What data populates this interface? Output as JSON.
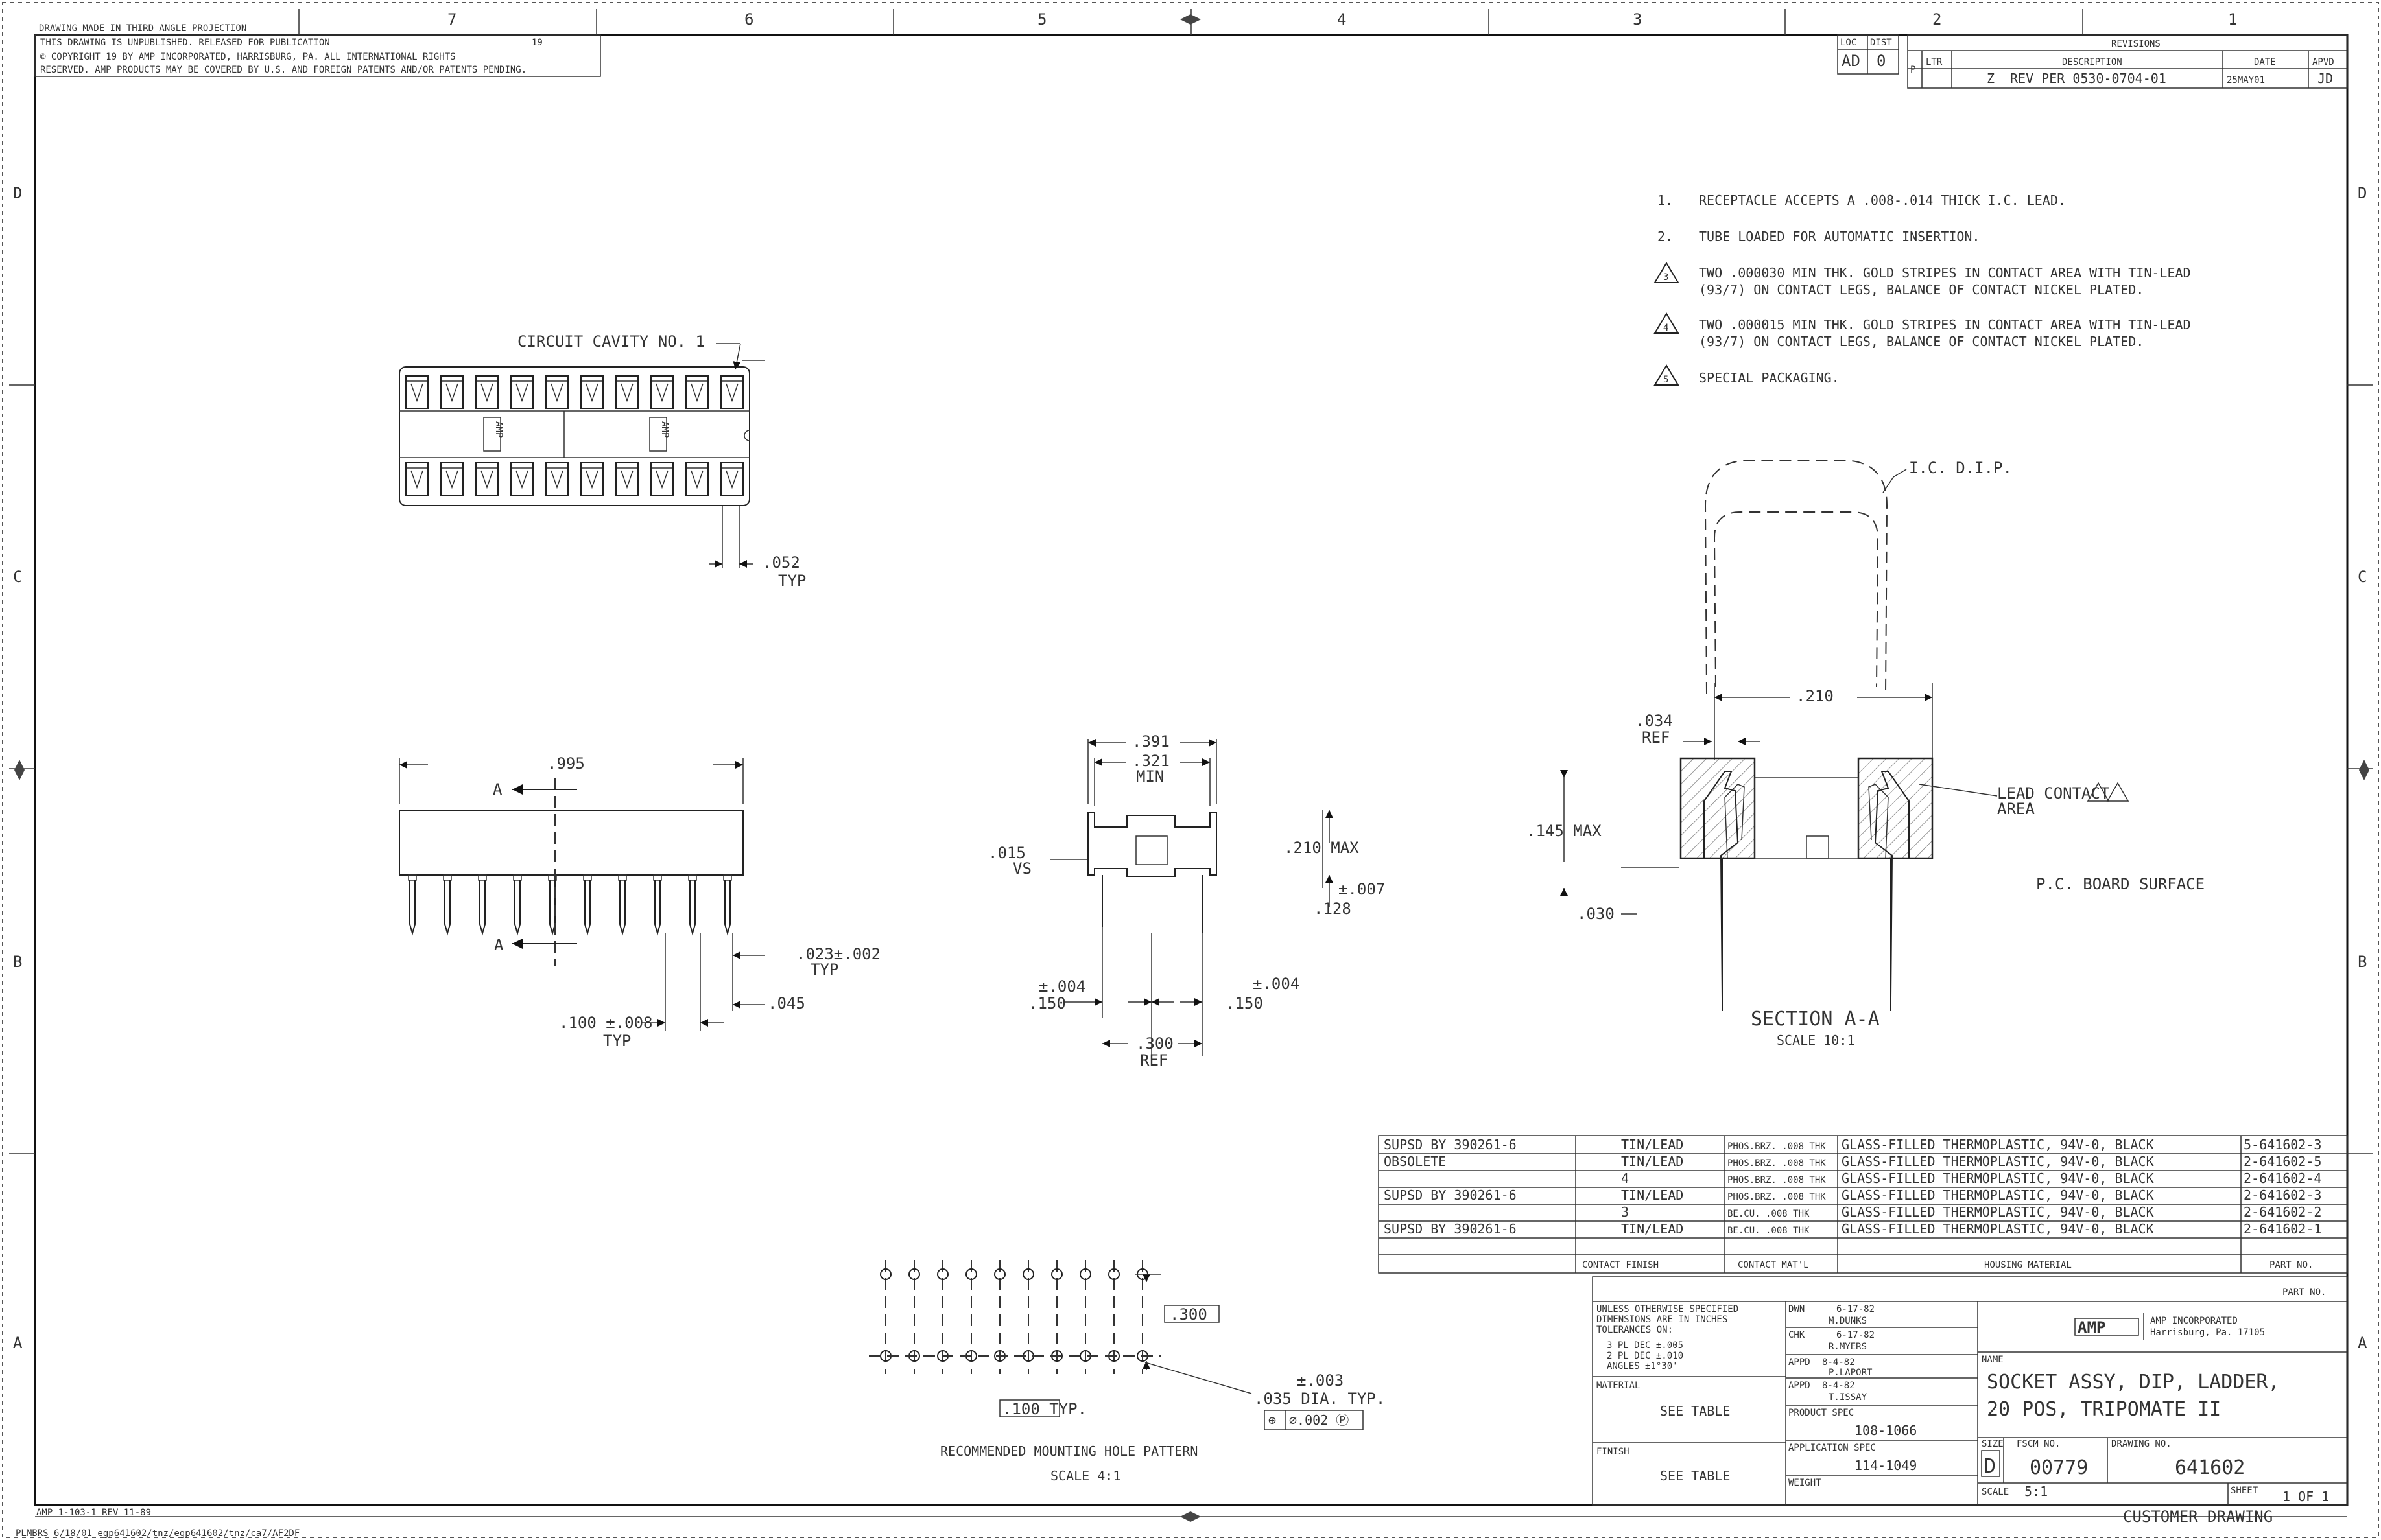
{
  "border": {
    "zones_top": [
      "7",
      "6",
      "5",
      "4",
      "3",
      "2",
      "1"
    ],
    "zones_side": [
      "D",
      "C",
      "B",
      "A"
    ]
  },
  "header": {
    "proj_line1": "DRAWING MADE IN THIRD ANGLE PROJECTION",
    "proj_line2": "THIS DRAWING IS UNPUBLISHED.   RELEASED FOR PUBLICATION",
    "proj_year": "19",
    "copyright_line": "© COPYRIGHT 19      BY  AMP  INCORPORATED, HARRISBURG, PA.  ALL INTERNATIONAL RIGHTS",
    "rights_line": "RESERVED. AMP PRODUCTS MAY BE COVERED BY U.S. AND FOREIGN PATENTS AND/OR PATENTS PENDING."
  },
  "revisions": {
    "title": "REVISIONS",
    "loc_label": "LOC",
    "loc": "AD",
    "dist_label": "DIST",
    "dist": "0",
    "p_label": "P",
    "cols": [
      "LTR",
      "DESCRIPTION",
      "DATE",
      "APVD"
    ],
    "ltr": "Z",
    "desc": "REV PER 0530-0704-01",
    "date": "25MAY01",
    "apvd": "JD"
  },
  "notes": [
    {
      "num": "1.",
      "line1": "RECEPTACLE ACCEPTS A .008-.014 THICK I.C. LEAD.",
      "line2": ""
    },
    {
      "num": "2.",
      "line1": "TUBE LOADED FOR AUTOMATIC INSERTION.",
      "line2": ""
    },
    {
      "num": "3",
      "line1": "TWO .000030 MIN THK. GOLD STRIPES IN CONTACT AREA WITH TIN-LEAD",
      "line2": "(93/7) ON CONTACT LEGS, BALANCE OF CONTACT NICKEL PLATED."
    },
    {
      "num": "4",
      "line1": "TWO .000015 MIN THK. GOLD STRIPES IN CONTACT AREA WITH TIN-LEAD",
      "line2": "(93/7) ON CONTACT LEGS, BALANCE OF CONTACT NICKEL PLATED."
    },
    {
      "num": "5",
      "line1": "SPECIAL PACKAGING.",
      "line2": ""
    }
  ],
  "top_view": {
    "circuit_label": "CIRCUIT CAVITY NO. 1",
    "brand": "AMP",
    "pitch_dim": ".052",
    "pitch_typ": "TYP"
  },
  "side_view": {
    "length_dim": ".995",
    "section_mark": "A",
    "lead_dim": ".023±.002",
    "lead_typ": "TYP",
    "lead_tip": ".045",
    "pitch_dim": ".100 ±.008",
    "pitch_typ": "TYP"
  },
  "end_view": {
    "width_dim": ".391",
    "inner_dim": ".321",
    "inner_min": "MIN",
    "height_max": ".210 MAX",
    "standoff_tol": "±.007",
    "standoff": ".128",
    "shoulder": ".015",
    "shoulder2": "VS",
    "left_tol": "±.004",
    "left_dim": ".150",
    "right_tol": "±.004",
    "right_dim": ".150",
    "row_dim": ".300",
    "row_ref": "REF"
  },
  "section": {
    "ic_label": "I.C. D.I.P.",
    "ic_width": ".210",
    "ref_dim": ".034",
    "ref_label": "REF",
    "height": ".145 MAX",
    "base": ".030",
    "lead_contact": "LEAD CONTACT",
    "lead_contact2": "AREA",
    "board": "P.C. BOARD SURFACE",
    "title": "SECTION A-A",
    "scale": "SCALE 10:1"
  },
  "bom": {
    "rows": [
      {
        "supsd": "SUPSD BY 390261-6",
        "finish": "TIN/LEAD",
        "contact": "PHOS.BRZ. .008 THK",
        "housing": "GLASS-FILLED THERMOPLASTIC, 94V-0, BLACK",
        "part": "5-641602-3"
      },
      {
        "supsd": "OBSOLETE",
        "finish": "TIN/LEAD",
        "contact": "PHOS.BRZ. .008 THK",
        "housing": "GLASS-FILLED THERMOPLASTIC, 94V-0, BLACK",
        "part": "2-641602-5"
      },
      {
        "supsd": "",
        "finish": "4",
        "contact": "PHOS.BRZ. .008 THK",
        "housing": "GLASS-FILLED THERMOPLASTIC, 94V-0, BLACK",
        "part": "2-641602-4"
      },
      {
        "supsd": "SUPSD BY 390261-6",
        "finish": "TIN/LEAD",
        "contact": "PHOS.BRZ. .008 THK",
        "housing": "GLASS-FILLED THERMOPLASTIC, 94V-0, BLACK",
        "part": "2-641602-3"
      },
      {
        "supsd": "",
        "finish": "3",
        "contact": "BE.CU. .008 THK",
        "housing": "GLASS-FILLED THERMOPLASTIC, 94V-0, BLACK",
        "part": "2-641602-2"
      },
      {
        "supsd": "SUPSD BY 390261-6",
        "finish": "TIN/LEAD",
        "contact": "BE.CU. .008 THK",
        "housing": "GLASS-FILLED THERMOPLASTIC, 94V-0, BLACK",
        "part": "2-641602-1"
      }
    ],
    "hdr_finish": "CONTACT FINISH",
    "hdr_contact": "CONTACT MAT'L",
    "hdr_housing": "HOUSING MATERIAL",
    "hdr_part": "PART NO."
  },
  "pattern": {
    "row_dim": ".300",
    "pitch": ".100 TYP.",
    "hole_tol": "±.003",
    "hole": ".035 DIA. TYP.",
    "fcf": "⌀.002 Ⓟ",
    "title": "RECOMMENDED MOUNTING HOLE PATTERN",
    "scale": "SCALE 4:1"
  },
  "titleblock": {
    "part_no_label": "PART NO.",
    "tol1": "UNLESS OTHERWISE SPECIFIED",
    "tol2": "DIMENSIONS ARE IN INCHES",
    "tol3": "TOLERANCES ON:",
    "tol4": "3 PL DEC ±.005",
    "tol5": "2 PL DEC ±.010",
    "tol6": "ANGLES ±1°30'",
    "dwn_label": "DWN",
    "dwn_date": "6-17-82",
    "dwn_name": "M.DUNKS",
    "chk_label": "CHK",
    "chk_date": "6-17-82",
    "chk_name": "R.MYERS",
    "appd_label": "APPD",
    "appd_date": "8-4-82",
    "appd_name": "P.LAPORT",
    "appd2_label": "APPD",
    "appd2_date": "8-4-82",
    "appd2_name": "T.ISSAY",
    "prod_spec_label": "PRODUCT SPEC",
    "prod_spec": "108-1066",
    "app_spec_label": "APPLICATION SPEC",
    "app_spec": "114-1049",
    "weight_label": "WEIGHT",
    "material_label": "MATERIAL",
    "material": "SEE TABLE",
    "finish_label": "FINISH",
    "finish": "SEE TABLE",
    "company": "AMP INCORPORATED",
    "company_city": "Harrisburg, Pa. 17105",
    "name_label": "NAME",
    "name1": "SOCKET ASSY, DIP, LADDER,",
    "name2": "20 POS, TRIPOMATE II",
    "size_label": "SIZE",
    "size": "D",
    "fsc_label": "FSCM NO.",
    "fsc": "00779",
    "dwg_label": "DRAWING NO.",
    "dwg": "641602",
    "scale_label": "SCALE",
    "scale": "5:1",
    "sheet_label": "SHEET",
    "sheet": "1 OF 1",
    "customer": "CUSTOMER DRAWING"
  },
  "footer": {
    "left1": "AMP 1-103-1 REV 11-89",
    "left2": "PLMBRS    6/18/01    egp641602/tnz/egp641602/tnz/ca7/AF2DF"
  }
}
